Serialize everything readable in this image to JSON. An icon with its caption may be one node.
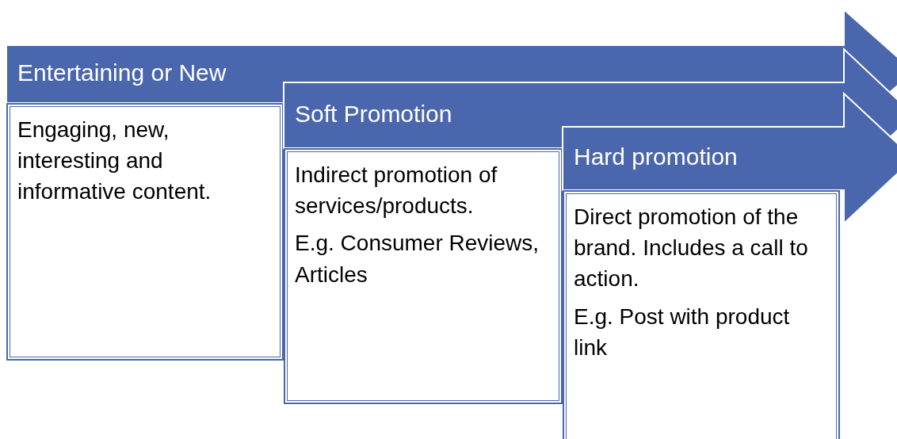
{
  "diagram": {
    "nodes": [
      {
        "text": [
          "Entertaining or New"
        ]
      },
      {
        "text": [
          "Engaging, new, interesting and informative content."
        ]
      },
      {
        "text": [
          "Soft Promotion"
        ]
      },
      {
        "text": [
          "Indirect promotion of services/products.",
          "E.g. Consumer Reviews, Articles"
        ]
      },
      {
        "text": [
          "Hard promotion"
        ]
      },
      {
        "text": [
          "Direct promotion of the brand. Includes a call to action.",
          "E.g. Post with product link"
        ]
      }
    ]
  }
}
